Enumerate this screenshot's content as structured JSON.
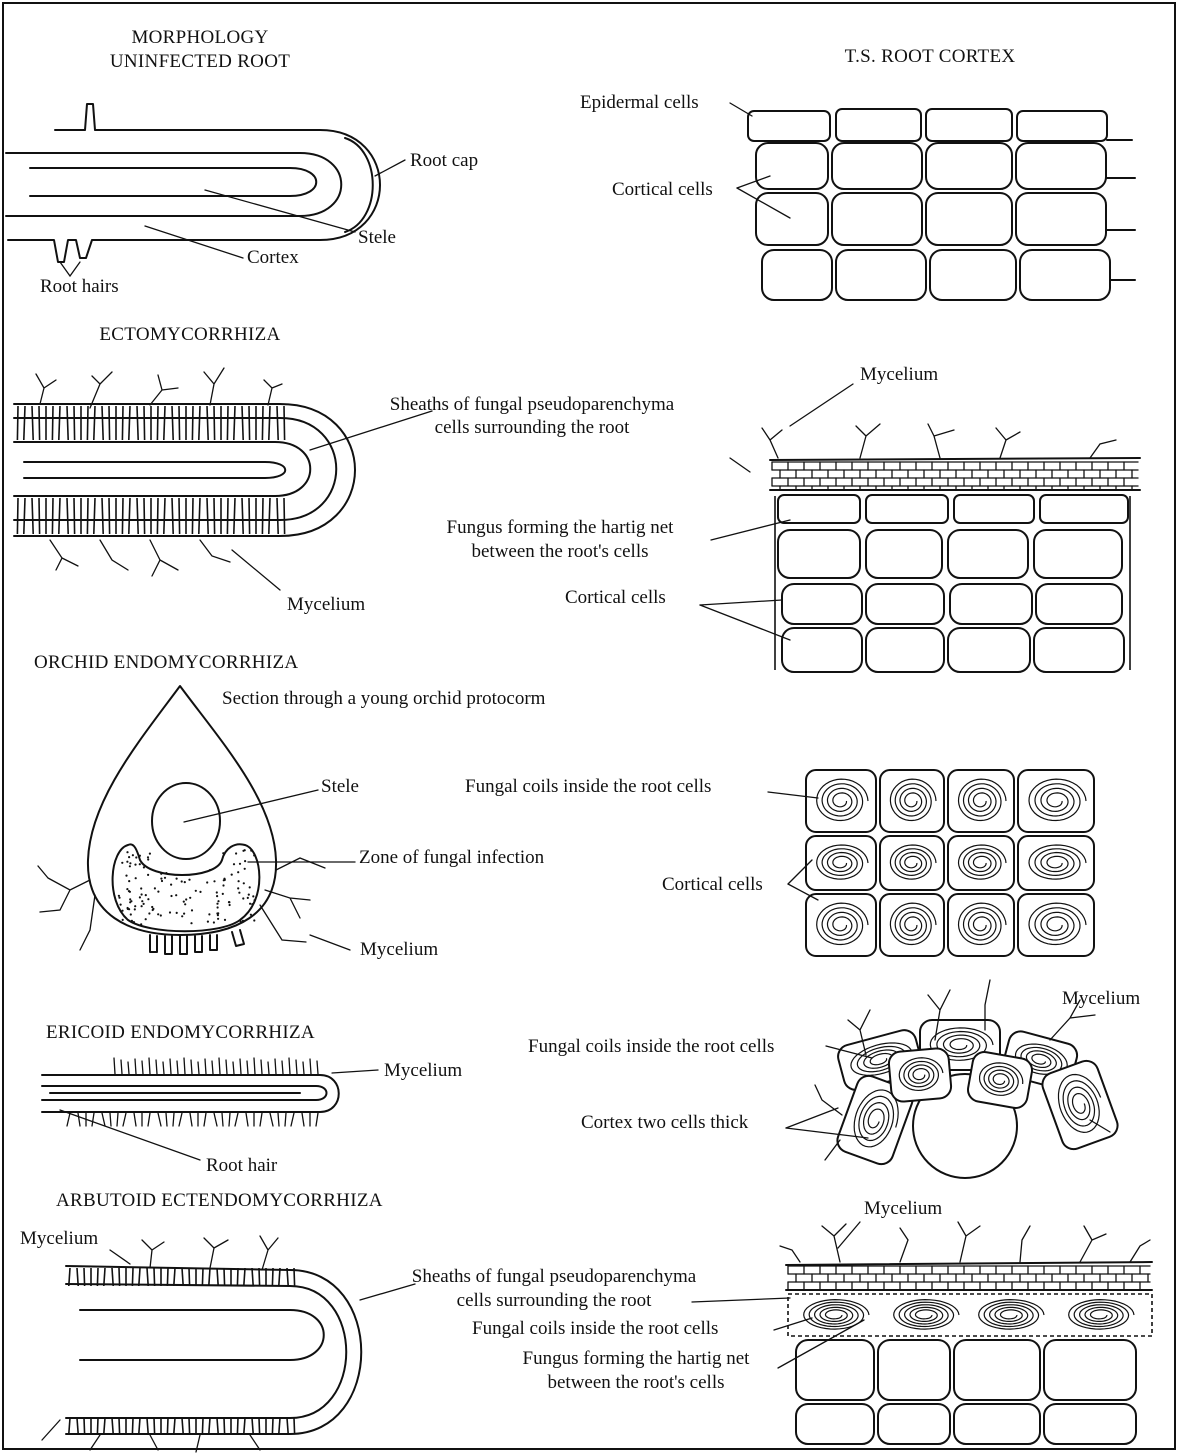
{
  "headings": {
    "morphology_line1": "MORPHOLOGY",
    "morphology_line2": "UNINFECTED ROOT",
    "ts_root_cortex": "T.S. ROOT CORTEX",
    "ectomycorrhiza": "ECTOMYCORRHIZA",
    "orchid": "ORCHID  ENDOMYCORRHIZA",
    "ericoid": "ERICOID  ENDOMYCORRHIZA",
    "arbutoid": "ARBUTOID  ECTENDOMYCORRHIZA"
  },
  "uninfected": {
    "root_cap": "Root cap",
    "stele": "Stele",
    "cortex": "Cortex",
    "root_hairs": "Root hairs",
    "epidermal_cells": "Epidermal cells",
    "cortical_cells": "Cortical cells"
  },
  "ecto": {
    "sheath_line1": "Sheaths of fungal pseudoparenchyma",
    "sheath_line2": "cells surrounding the root",
    "mycelium_left": "Mycelium",
    "mycelium_right": "Mycelium",
    "hartig_line1": "Fungus forming the hartig net",
    "hartig_line2": "between the root's cells",
    "cortical_cells": "Cortical cells"
  },
  "orchid": {
    "section_caption": "Section through a young orchid protocorm",
    "stele": "Stele",
    "zone": "Zone of fungal infection",
    "mycelium": "Mycelium",
    "coils": "Fungal coils inside the root cells",
    "cortical_cells": "Cortical cells"
  },
  "ericoid": {
    "mycelium_left": "Mycelium",
    "root_hair": "Root hair",
    "mycelium_right": "Mycelium",
    "coils": "Fungal coils inside the root cells",
    "cortex": "Cortex two cells thick"
  },
  "arbutoid": {
    "mycelium_left": "Mycelium",
    "mycelium_right": "Mycelium",
    "sheath_line1": "Sheaths of fungal pseudoparenchyma",
    "sheath_line2": "cells surrounding the root",
    "coils": "Fungal coils inside the root cells",
    "hartig_line1": "Fungus forming the hartig net",
    "hartig_line2": "between the root's cells"
  }
}
